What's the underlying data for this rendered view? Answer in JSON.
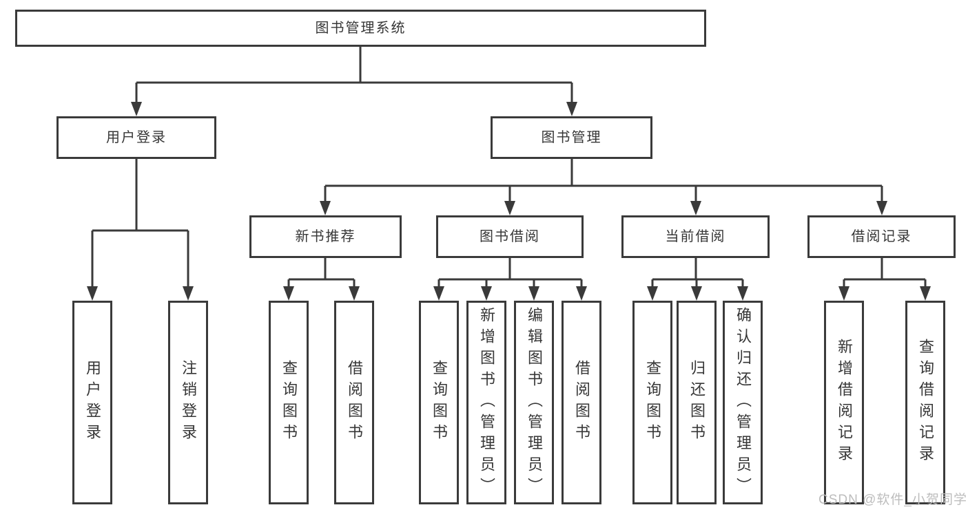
{
  "diagram": {
    "root": {
      "label": "图书管理系统",
      "children": [
        {
          "label": "用户登录",
          "children": [
            {
              "label": "用户登录"
            },
            {
              "label": "注销登录"
            }
          ]
        },
        {
          "label": "图书管理",
          "children": [
            {
              "label": "新书推荐",
              "children": [
                {
                  "label": "查询图书"
                },
                {
                  "label": "借阅图书"
                }
              ]
            },
            {
              "label": "图书借阅",
              "children": [
                {
                  "label": "查询图书"
                },
                {
                  "label": "新增图书（管理员）"
                },
                {
                  "label": "编辑图书（管理员）"
                },
                {
                  "label": "借阅图书"
                }
              ]
            },
            {
              "label": "当前借阅",
              "children": [
                {
                  "label": "查询图书"
                },
                {
                  "label": "归还图书"
                },
                {
                  "label": "确认归还（管理员）"
                }
              ]
            },
            {
              "label": "借阅记录",
              "children": [
                {
                  "label": "新增借阅记录"
                },
                {
                  "label": "查询借阅记录"
                }
              ]
            }
          ]
        }
      ]
    }
  },
  "watermark": "CSDN @软件_小贺同学",
  "colors": {
    "line": "#3a3a3a",
    "box_border": "#3a3a3a",
    "text": "#363636",
    "background": "#ffffff",
    "watermark": "#bdbdbd"
  }
}
